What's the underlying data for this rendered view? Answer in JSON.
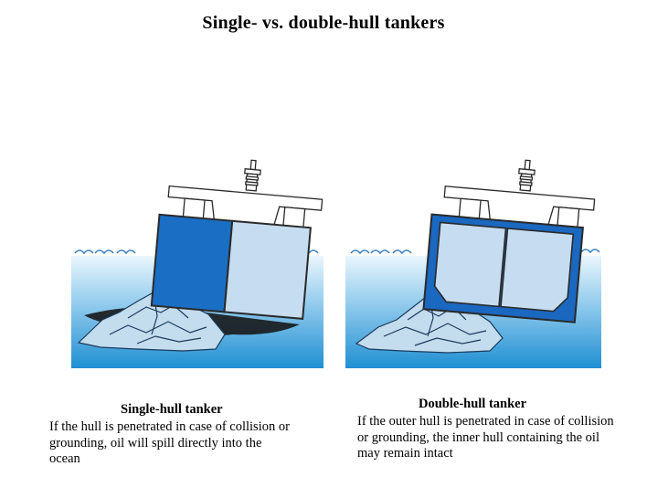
{
  "title": "Single- vs. double-hull tankers",
  "colors": {
    "water_light": "#eaf6fd",
    "water_mid": "#8ec9ec",
    "water_deep": "#1f8fd2",
    "hull_outline": "#2a2a2a",
    "cargo_dark": "#1a6fc4",
    "cargo_light": "#c6dcf1",
    "outer_hull": "#1a68c0",
    "oil": "#151515",
    "rock_fill": "#c3dcee",
    "rock_line": "#1b3b5e",
    "superstructure": "#ffffff"
  },
  "panels": [
    {
      "id": "single",
      "heading": "Single-hull tanker",
      "text": "If the hull is penetrated in case of collision or grounding, oil will spill directly into the ocean"
    },
    {
      "id": "double",
      "heading": "Double-hull tanker",
      "text": "If the outer hull is penetrated in case of collision or grounding, the inner hull containing the oil may remain intact"
    }
  ]
}
